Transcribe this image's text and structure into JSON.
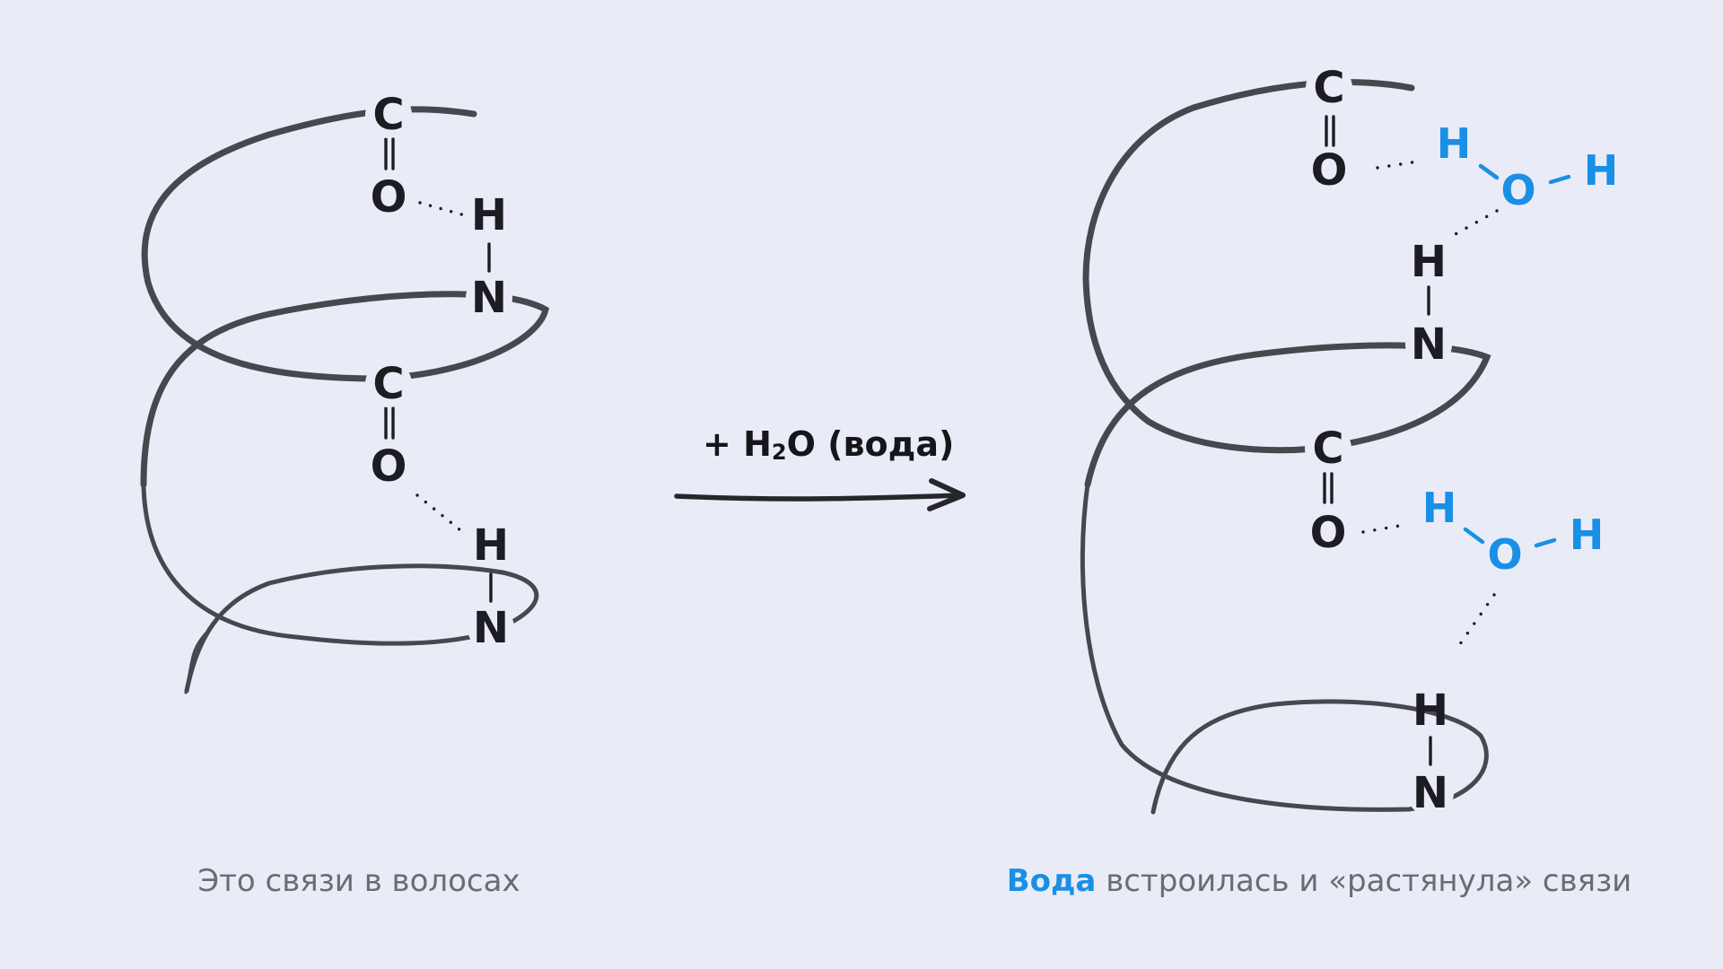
{
  "reaction_label": {
    "prefix": "+ H",
    "subscript": "2",
    "suffix": "O (вода)"
  },
  "left_caption": "Это связи в волосах",
  "right_caption": {
    "accent": "Вода",
    "rest": " встроилась и «растянула» связи"
  },
  "atoms": {
    "carbon": "C",
    "oxygen": "O",
    "hydrogen": "H",
    "nitrogen": "N"
  },
  "colors": {
    "background": "#e9ecf7",
    "helix": "#47484d",
    "water": "#1a8fe6",
    "text": "#1c1c22",
    "caption": "#6b6c72"
  }
}
